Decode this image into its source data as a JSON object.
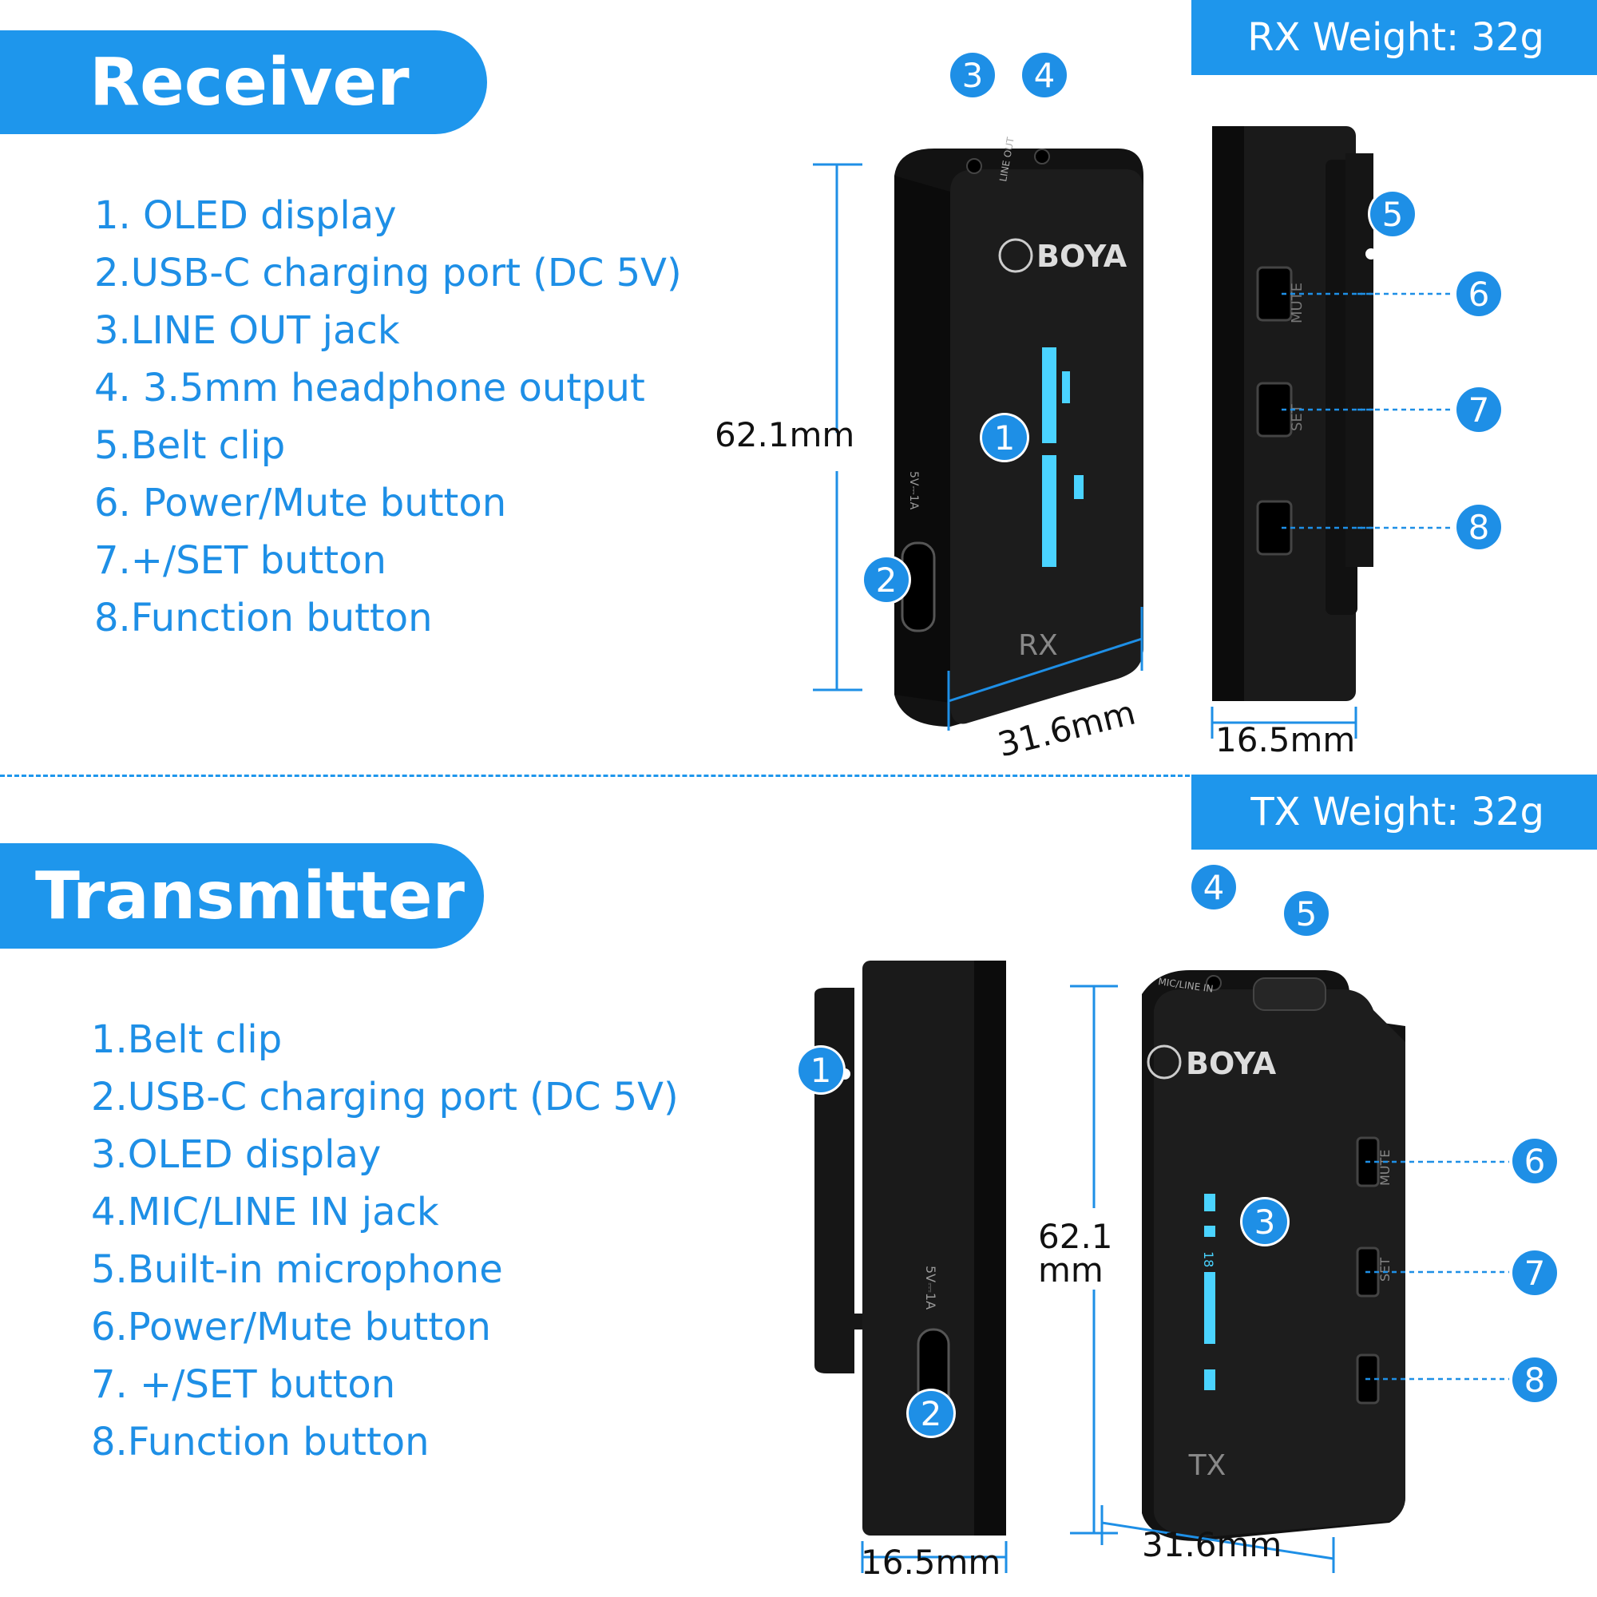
{
  "receiver": {
    "title": "Receiver",
    "weight": "RX Weight: 32g",
    "items": [
      "1. OLED display",
      "2.USB-C charging port (DC 5V)",
      "3.LINE OUT jack",
      "4. 3.5mm headphone output",
      "5.Belt clip",
      "6. Power/Mute button",
      "7.+/SET button",
      "8.Function button"
    ],
    "dim_height": "62.1mm",
    "dim_width": "31.6mm",
    "dim_depth": "16.5mm",
    "device_label": "RX",
    "brand": "BOYA",
    "port_label": "5V⎓1A",
    "jack_label": "LINE OUT",
    "mute_label": "MUTE",
    "set_label": "SET",
    "callouts": [
      "1",
      "2",
      "3",
      "4",
      "5",
      "6",
      "7",
      "8"
    ]
  },
  "transmitter": {
    "title": "Transmitter",
    "weight": "TX Weight: 32g",
    "items": [
      "1.Belt clip",
      "2.USB-C charging port (DC 5V)",
      "3.OLED display",
      "4.MIC/LINE IN jack",
      "5.Built-in microphone",
      "6.Power/Mute button",
      "7. +/SET button",
      "8.Function button"
    ],
    "dim_height_line1": "62.1",
    "dim_height_line2": "mm",
    "dim_width": "31.6mm",
    "dim_depth": "16.5mm",
    "device_label": "TX",
    "brand": "BOYA",
    "port_label": "5V⎓1A",
    "jack_label": "MIC/LINE IN",
    "mute_label": "MUTE",
    "set_label": "SET",
    "screen_value": "18",
    "callouts": [
      "1",
      "2",
      "3",
      "4",
      "5",
      "6",
      "7",
      "8"
    ]
  },
  "accent_color": "#1e96ec"
}
